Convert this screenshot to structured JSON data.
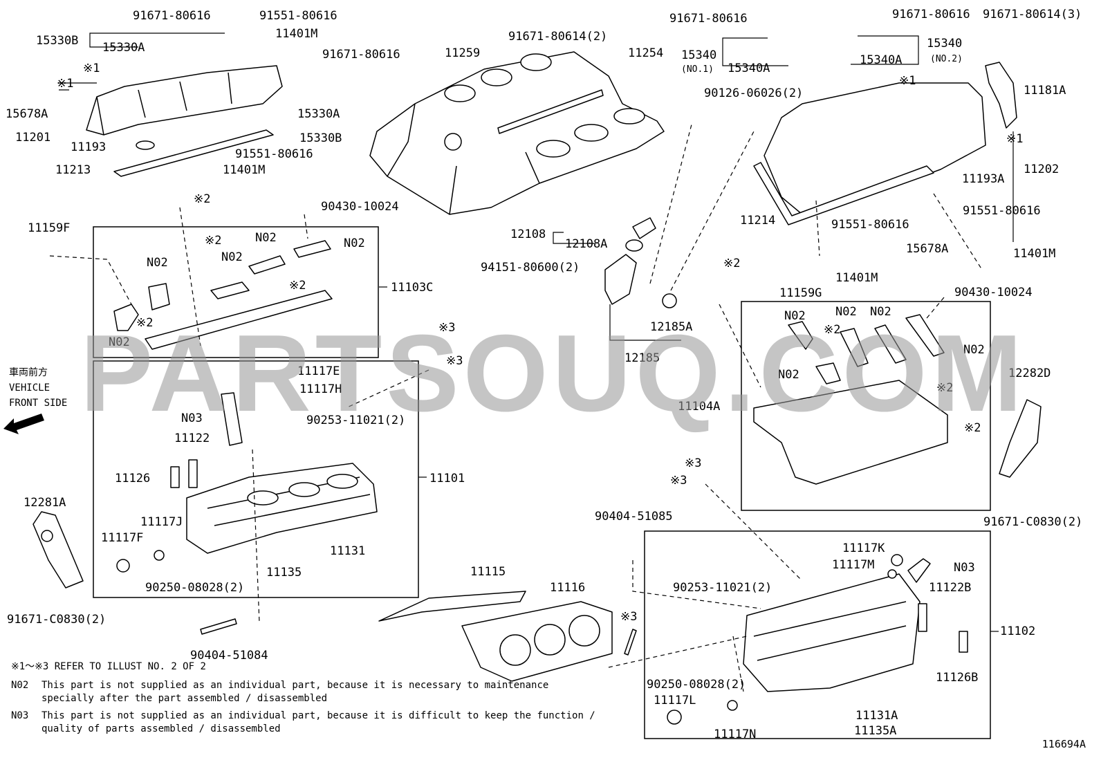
{
  "diagram_code": "116694A",
  "watermark": "PARTSOUQ.COM",
  "front_side": {
    "jp": "車両前方",
    "en1": "VEHICLE",
    "en2": "FRONT SIDE"
  },
  "notes": {
    "ref": "※1～※3  REFER TO ILLUST NO. 2 OF 2",
    "n02_code": "N02",
    "n02_line1": "This part is not supplied as an individual part, because it is necessary to maintenance",
    "n02_line2": "specially after the part assembled / disassembled",
    "n03_code": "N03",
    "n03_line1": "This part is not supplied as an individual part, because it is difficult to keep the function /",
    "n03_line2": "quality of parts  assembled / disassembled"
  },
  "labels": [
    "91671-80616",
    "91551-80616",
    "15330B",
    "15330A",
    "11401M",
    "※1",
    "※1",
    "15678A",
    "11201",
    "11193",
    "11213",
    "91671-80616",
    "15330A",
    "15330B",
    "91551-80616",
    "11401M",
    "11259",
    "91671-80614(2)",
    "11254",
    "91671-80616",
    "91671-80616",
    "91671-80614(3)",
    "15340",
    "(NO.1)",
    "15340A",
    "15340",
    "(NO.2)",
    "15340A",
    "90126-06026(2)",
    "※1",
    "11181A",
    "※1",
    "11202",
    "11193A",
    "91551-80616",
    "11214",
    "91551-80616",
    "15678A",
    "11401M",
    "11401M",
    "※2",
    "90430-10024",
    "11159F",
    "N02",
    "N02",
    "N02",
    "※2",
    "N02",
    "※2",
    "N02",
    "11103C",
    "※2",
    "12108",
    "12108A",
    "94151-80600(2)",
    "12185A",
    "12185",
    "※2",
    "11159G",
    "90430-10024",
    "N02",
    "N02",
    "N02",
    "※2",
    "N02",
    "N02",
    "※2",
    "11104A",
    "※2",
    "12282D",
    "※3",
    "※3",
    "11117E",
    "11117H",
    "N03",
    "90253-11021(2)",
    "11122",
    "11126",
    "11101",
    "11117J",
    "11117F",
    "11131",
    "11135",
    "90250-08028(2)",
    "90404-51084",
    "12281A",
    "91671-C0830(2)",
    "※3",
    "※3",
    "91671-C0830(2)",
    "90404-51085",
    "11117K",
    "11117M",
    "N03",
    "90253-11021(2)",
    "11122B",
    "11115",
    "11116",
    "※3",
    "11102",
    "11126B",
    "90250-08028(2)",
    "11117L",
    "11131A",
    "11117N",
    "11135A"
  ]
}
